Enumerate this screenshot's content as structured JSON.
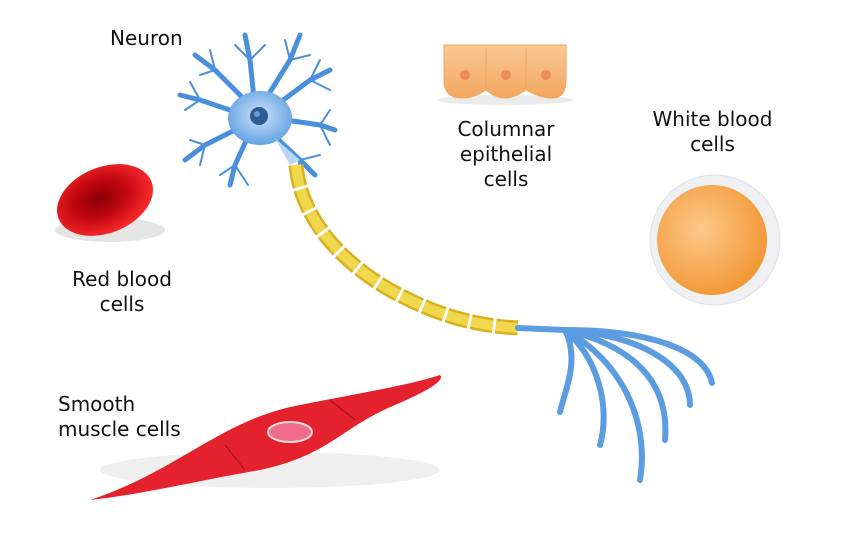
{
  "labels": {
    "neuron": "Neuron",
    "columnar_1": "Columnar",
    "columnar_2": "epithelial",
    "columnar_3": "cells",
    "white_1": "White blood",
    "white_2": "cells",
    "red_1": "Red blood",
    "red_2": "cells",
    "smooth_1": "Smooth",
    "smooth_2": "muscle cells"
  },
  "colors": {
    "neuron_blue": "#4a90d9",
    "myelin_yellow": "#e8c93a",
    "red_cell": "#d9101a",
    "muscle_red": "#e4222e",
    "epithelial_orange": "#f6b77c",
    "white_cell_orange": "#f7a84c"
  }
}
